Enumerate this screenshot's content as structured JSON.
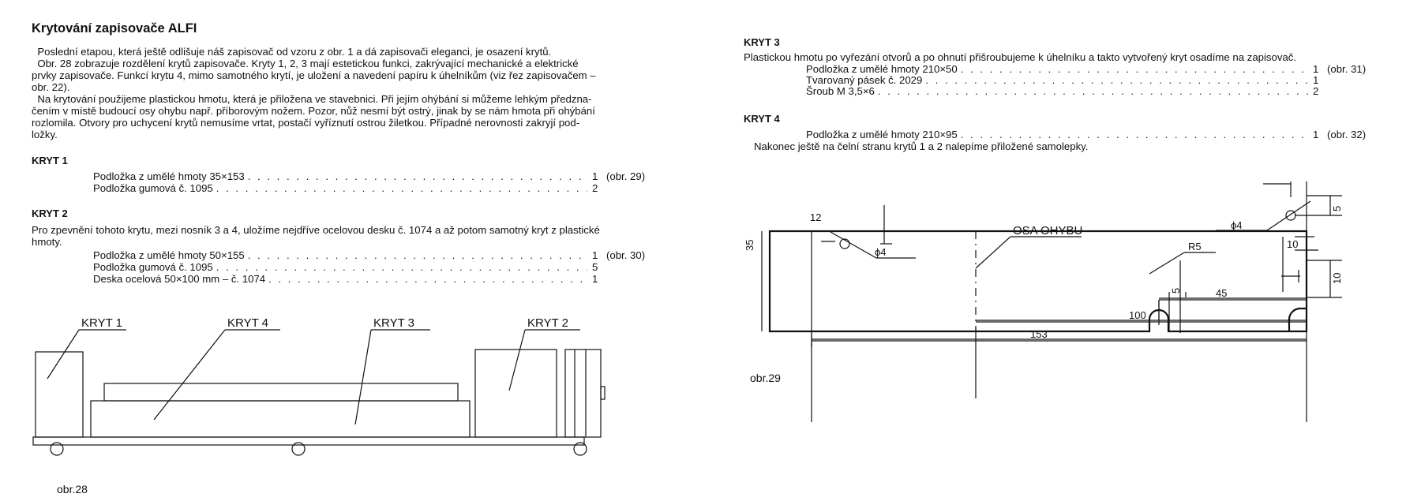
{
  "left": {
    "title": "Krytování zapisovače ALFI",
    "paragraph_lines": [
      "  Poslední etapou, která ještě odlišuje náš zapisovač od vzoru z obr. 1 a dá zapisovači eleganci, je osazení krytů.",
      "  Obr. 28 zobrazuje rozdělení krytů zapisovače. Kryty 1, 2, 3 mají estetickou funkci, zakrývající mechanické a elektrické",
      "prvky zapisovače. Funkcí krytu 4, mimo samotného krytí, je uložení a navedení papíru k úhelníkům (viz řez zapisovačem –",
      "obr. 22).",
      "  Na krytování použijeme plastickou hmotu, která je přiložena ve stavebnici. Při jejím ohýbání si můžeme lehkým předzna-",
      "čením v místě budoucí osy ohybu např. příborovým nožem. Pozor, nůž nesmí být ostrý, jinak by se nám hmota při ohýbání",
      "rozlomila. Otvory pro uchycení krytů nemusíme vrtat, postačí vyříznutí ostrou žiletkou. Případné nerovnosti zakryjí pod-",
      "ložky."
    ],
    "kryt1": {
      "heading": "KRYT 1",
      "items": [
        {
          "name": "Podložka z umělé hmoty 35×153",
          "qty": "1",
          "ref": "(obr. 29)"
        },
        {
          "name": "Podložka gumová č. 1095",
          "qty": "2",
          "ref": ""
        }
      ]
    },
    "kryt2": {
      "heading": "KRYT 2",
      "text_lines": [
        "Pro zpevnění tohoto krytu, mezi nosník 3 a 4, uložíme nejdříve ocelovou desku č. 1074 a až potom samotný kryt z plastické",
        "hmoty."
      ],
      "items": [
        {
          "name": "Podložka z umělé hmoty 50×155",
          "qty": "1",
          "ref": "(obr. 30)"
        },
        {
          "name": "Podložka gumová č. 1095",
          "qty": "5",
          "ref": ""
        },
        {
          "name": "Deska ocelová 50×100 mm – č. 1074",
          "qty": "1",
          "ref": ""
        }
      ]
    },
    "figure": {
      "labels": [
        "KRYT 1",
        "KRYT 4",
        "KRYT 3",
        "KRYT 2"
      ],
      "caption": "obr.28"
    }
  },
  "right": {
    "kryt3": {
      "heading": "KRYT 3",
      "text": "Plastickou hmotu po vyřezání otvorů a po ohnutí přišroubujeme k úhelníku a takto vytvořený kryt osadíme na zapisovač.",
      "items": [
        {
          "name": "Podložka z umělé hmoty 210×50",
          "qty": "1",
          "ref": "(obr. 31)"
        },
        {
          "name": "Tvarovaný pásek č. 2029",
          "qty": "1",
          "ref": ""
        },
        {
          "name": "Šroub M 3,5×6",
          "qty": "2",
          "ref": ""
        }
      ]
    },
    "kryt4": {
      "heading": "KRYT 4",
      "items": [
        {
          "name": "Podložka z umělé hmoty 210×95",
          "qty": "1",
          "ref": "(obr. 32)"
        }
      ],
      "note": "Nakonec ještě na čelní stranu krytů 1 a 2 nalepíme přiložené samolepky."
    },
    "figure": {
      "dims": {
        "d12": "12",
        "d35": "35",
        "phi4a": "ϕ4",
        "osa": "OSA OHYBU",
        "phi4b": "ϕ4",
        "r5": "R5",
        "d5top": "5",
        "d5right": "5",
        "d10a": "10",
        "d10b": "10",
        "d5small": "5",
        "d45": "45",
        "d100": "100",
        "d153": "153"
      },
      "caption": "obr.29"
    }
  }
}
